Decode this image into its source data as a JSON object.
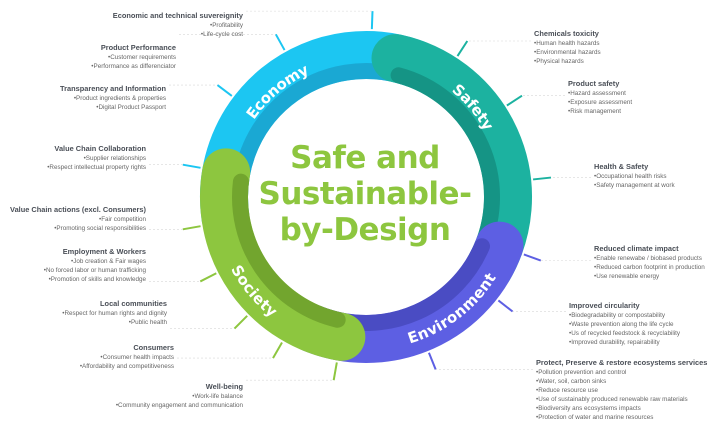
{
  "center_title": [
    "Safe and",
    "Sustainable-",
    "by-Design"
  ],
  "segments": [
    {
      "key": "economy",
      "label": "Economy",
      "color": "#1cc6f2",
      "dark": "#1a9ec8"
    },
    {
      "key": "safety",
      "label": "Safety",
      "color": "#1cb2a0",
      "dark": "#138a7c"
    },
    {
      "key": "environment",
      "label": "Environment",
      "color": "#5d5fe3",
      "dark": "#4446b8"
    },
    {
      "key": "society",
      "label": "Society",
      "color": "#8dc63f",
      "dark": "#6a9a2a"
    }
  ],
  "criteria": [
    {
      "segment": "economy",
      "title": "Economic and technical suvereignity",
      "items": [
        "•Profitability",
        "•Life-cycle cost"
      ]
    },
    {
      "segment": "economy",
      "title": "Product Performance",
      "items": [
        "•Customer requirements",
        "•Performance as differenciator"
      ]
    },
    {
      "segment": "economy",
      "title": "Transparency and Information",
      "items": [
        "•Product ingredients & properties",
        "•Digital Product Passport"
      ]
    },
    {
      "segment": "economy",
      "title": "Value Chain Collaboration",
      "items": [
        "•Supplier relationships",
        "•Respect intellectual property rights"
      ]
    },
    {
      "segment": "society",
      "title": "Value Chain actions (excl. Consumers)",
      "items": [
        "•Fair competition",
        "•Promoting social responsibilities"
      ]
    },
    {
      "segment": "society",
      "title": "Employment & Workers",
      "items": [
        "•Job creation & Fair wages",
        "•No forced labor or human trafficking",
        "•Promotion of skills and knowledge"
      ]
    },
    {
      "segment": "society",
      "title": "Local communities",
      "items": [
        "•Respect for human rights and dignity",
        "•Public health"
      ]
    },
    {
      "segment": "society",
      "title": "Consumers",
      "items": [
        "•Consumer health impacts",
        "•Affordability and competitiveness"
      ]
    },
    {
      "segment": "society",
      "title": "Well-being",
      "items": [
        "•Work-life balance",
        "•Community engagement and communication"
      ]
    },
    {
      "segment": "safety",
      "title": "Chemicals toxicity",
      "items": [
        "•Human health hazards",
        "•Environmental hazards",
        "•Physical hazards"
      ]
    },
    {
      "segment": "safety",
      "title": "Product safety",
      "items": [
        "•Hazard assessment",
        "•Exposure assessment",
        "•Risk management"
      ]
    },
    {
      "segment": "safety",
      "title": "Health & Safety",
      "items": [
        "•Occupational health risks",
        "•Safety management at work"
      ]
    },
    {
      "segment": "environment",
      "title": "Reduced climate impact",
      "items": [
        "•Enable renewabe / biobased products",
        "•Reduced carbon footprint in production",
        "•Use renewable energy"
      ]
    },
    {
      "segment": "environment",
      "title": "Improved circularity",
      "items": [
        "•Biodegradability or compostability",
        "•Waste prevention along the life cycle",
        "•Us of recycled feedstock & recyclability",
        "•Improved durability, repairability"
      ]
    },
    {
      "segment": "environment",
      "title": "Protect, Preserve & restore ecosystems services",
      "items": [
        "•Pollution prevention and control",
        "•Water, soil, carbon sinks",
        "•Reduce resource use",
        "•Use of sustainably produced  renewable raw materials",
        "•Biodiversity ans ecosystems impacts",
        "•Protection of water and marine resources"
      ]
    }
  ]
}
